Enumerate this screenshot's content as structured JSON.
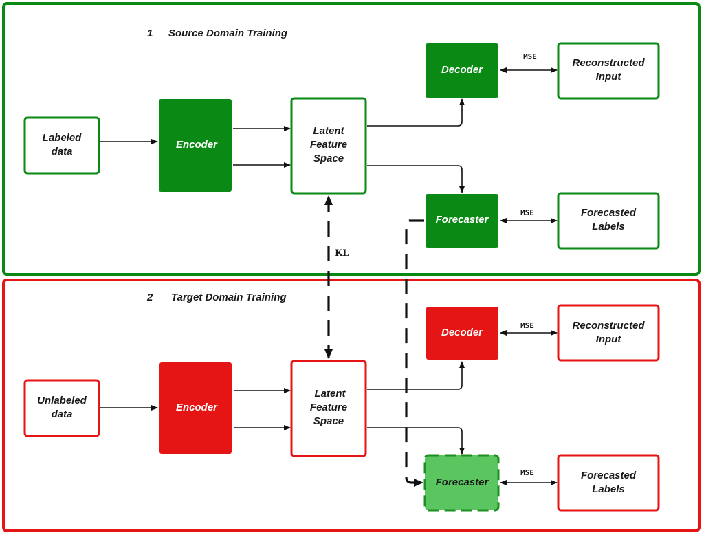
{
  "colors": {
    "source_green": "#0a8a15",
    "target_red": "#e51515",
    "light_green": "#5bc55f",
    "arrow": "#111111"
  },
  "source": {
    "number": "1",
    "title": "Source Domain Training",
    "input": [
      "Labeled",
      "data"
    ],
    "encoder": "Encoder",
    "latent": [
      "Latent",
      "Feature",
      "Space"
    ],
    "decoder": "Decoder",
    "reconstructed": [
      "Reconstructed",
      "Input"
    ],
    "forecaster": "Forecaster",
    "forecasted": [
      "Forecasted",
      "Labels"
    ],
    "mse_decoder": "MSE",
    "mse_forecaster": "MSE"
  },
  "kl_label": "KL",
  "target": {
    "number": "2",
    "title": "Target Domain Training",
    "input": [
      "Unlabeled",
      "data"
    ],
    "encoder": "Encoder",
    "latent": [
      "Latent",
      "Feature",
      "Space"
    ],
    "decoder": "Decoder",
    "reconstructed": [
      "Reconstructed",
      "Input"
    ],
    "forecaster": "Forecaster",
    "forecasted": [
      "Forecasted",
      "Labels"
    ],
    "mse_decoder": "MSE",
    "mse_forecaster": "MSE"
  }
}
